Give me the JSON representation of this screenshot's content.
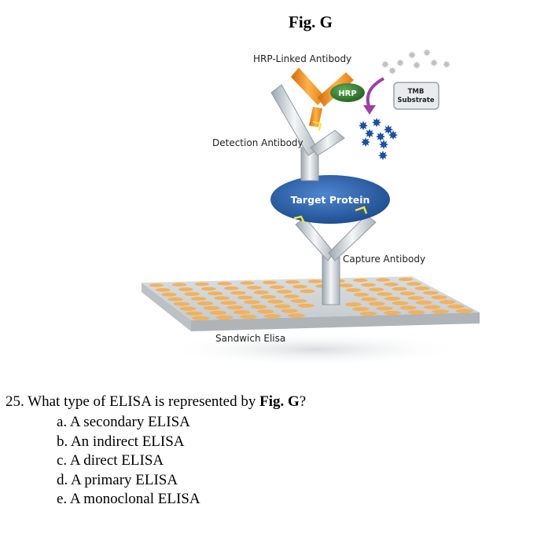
{
  "figure": {
    "title": "Fig. G",
    "labels": {
      "hrp_linked_antibody": "HRP-Linked Antibody",
      "hrp": "HRP",
      "tmb_line1": "TMB",
      "tmb_line2": "Substrate",
      "detection_antibody": "Detection Antibody",
      "target_protein": "Target Protein",
      "capture_antibody": "Capture Antibody",
      "sandwich_elisa": "Sandwich Elisa"
    },
    "colors": {
      "plate_well": "#f2b15a",
      "hrp_antibody": "#f08a1c",
      "hrp_enzyme": "#3f8a3a",
      "target_protein": "#2a5fa6",
      "product_star": "#1e4fa0",
      "substrate_star": "#c0c0c0"
    }
  },
  "question": {
    "number": "25.",
    "text_before": "What type of ELISA is represented by",
    "text_bold": "Fig. G",
    "text_after": "?"
  },
  "options": [
    "a. A secondary ELISA",
    "b. An indirect ELISA",
    "c. A direct ELISA",
    "d. A primary ELISA",
    "e. A monoclonal ELISA"
  ]
}
